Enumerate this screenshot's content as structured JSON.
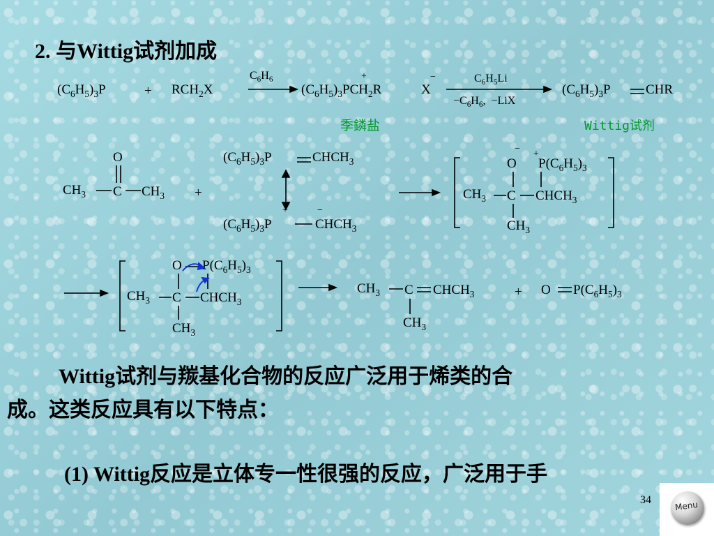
{
  "title": "2. 与Wittig试剂加成",
  "reaction1": {
    "reactant1": "(C6H5)3P",
    "plus": "+",
    "reactant2": "RCH2X",
    "cond1_top": "C6H6",
    "salt": "(C6H5)3PCH2R",
    "salt_plus": "+",
    "salt_anion": "X",
    "salt_minus": "−",
    "cond2_top": "C6H5Li",
    "cond2_bottom": "−C6H6, −LiX",
    "product": "(C6H5)3P",
    "product_right": "CHR",
    "label_salt": "季鏻盐",
    "label_reagent": "Wittig试剂"
  },
  "reaction2": {
    "o": "O",
    "ketone_left": "CH3",
    "ketone_c": "C",
    "ketone_right": "CH3",
    "plus": "+",
    "ylide_top_left": "(C6H5)3P",
    "ylide_top_right": "CHCH3",
    "ylide_bottom_left": "(C6H5)3P",
    "ylide_bottom_right": "CHCH3",
    "plus_charge": "+",
    "minus_charge": "−",
    "int_o": "O",
    "int_p": "P(C6H5)3",
    "int_left": "CH3",
    "int_c": "C",
    "int_right": "CHCH3",
    "int_bottom": "CH3"
  },
  "reaction3": {
    "o": "O",
    "p": "P(C6H5)3",
    "left": "CH3",
    "c": "C",
    "right": "CHCH3",
    "bottom": "CH3",
    "prod_left": "CH3",
    "prod_c": "C",
    "prod_right": "CHCH3",
    "prod_bottom": "CH3",
    "plus": "+",
    "prod2_o": "O",
    "prod2_p": "P(C6H5)3"
  },
  "text": {
    "para1_line1": "Wittig试剂与羰基化合物的反应广泛用于烯类的合",
    "para1_line2": "成。这类反应具有以下特点：",
    "para2_line1": "(1) Wittig反应是立体专一性很强的反应，广泛用于手"
  },
  "page_number": "34",
  "menu_label": "Menu"
}
